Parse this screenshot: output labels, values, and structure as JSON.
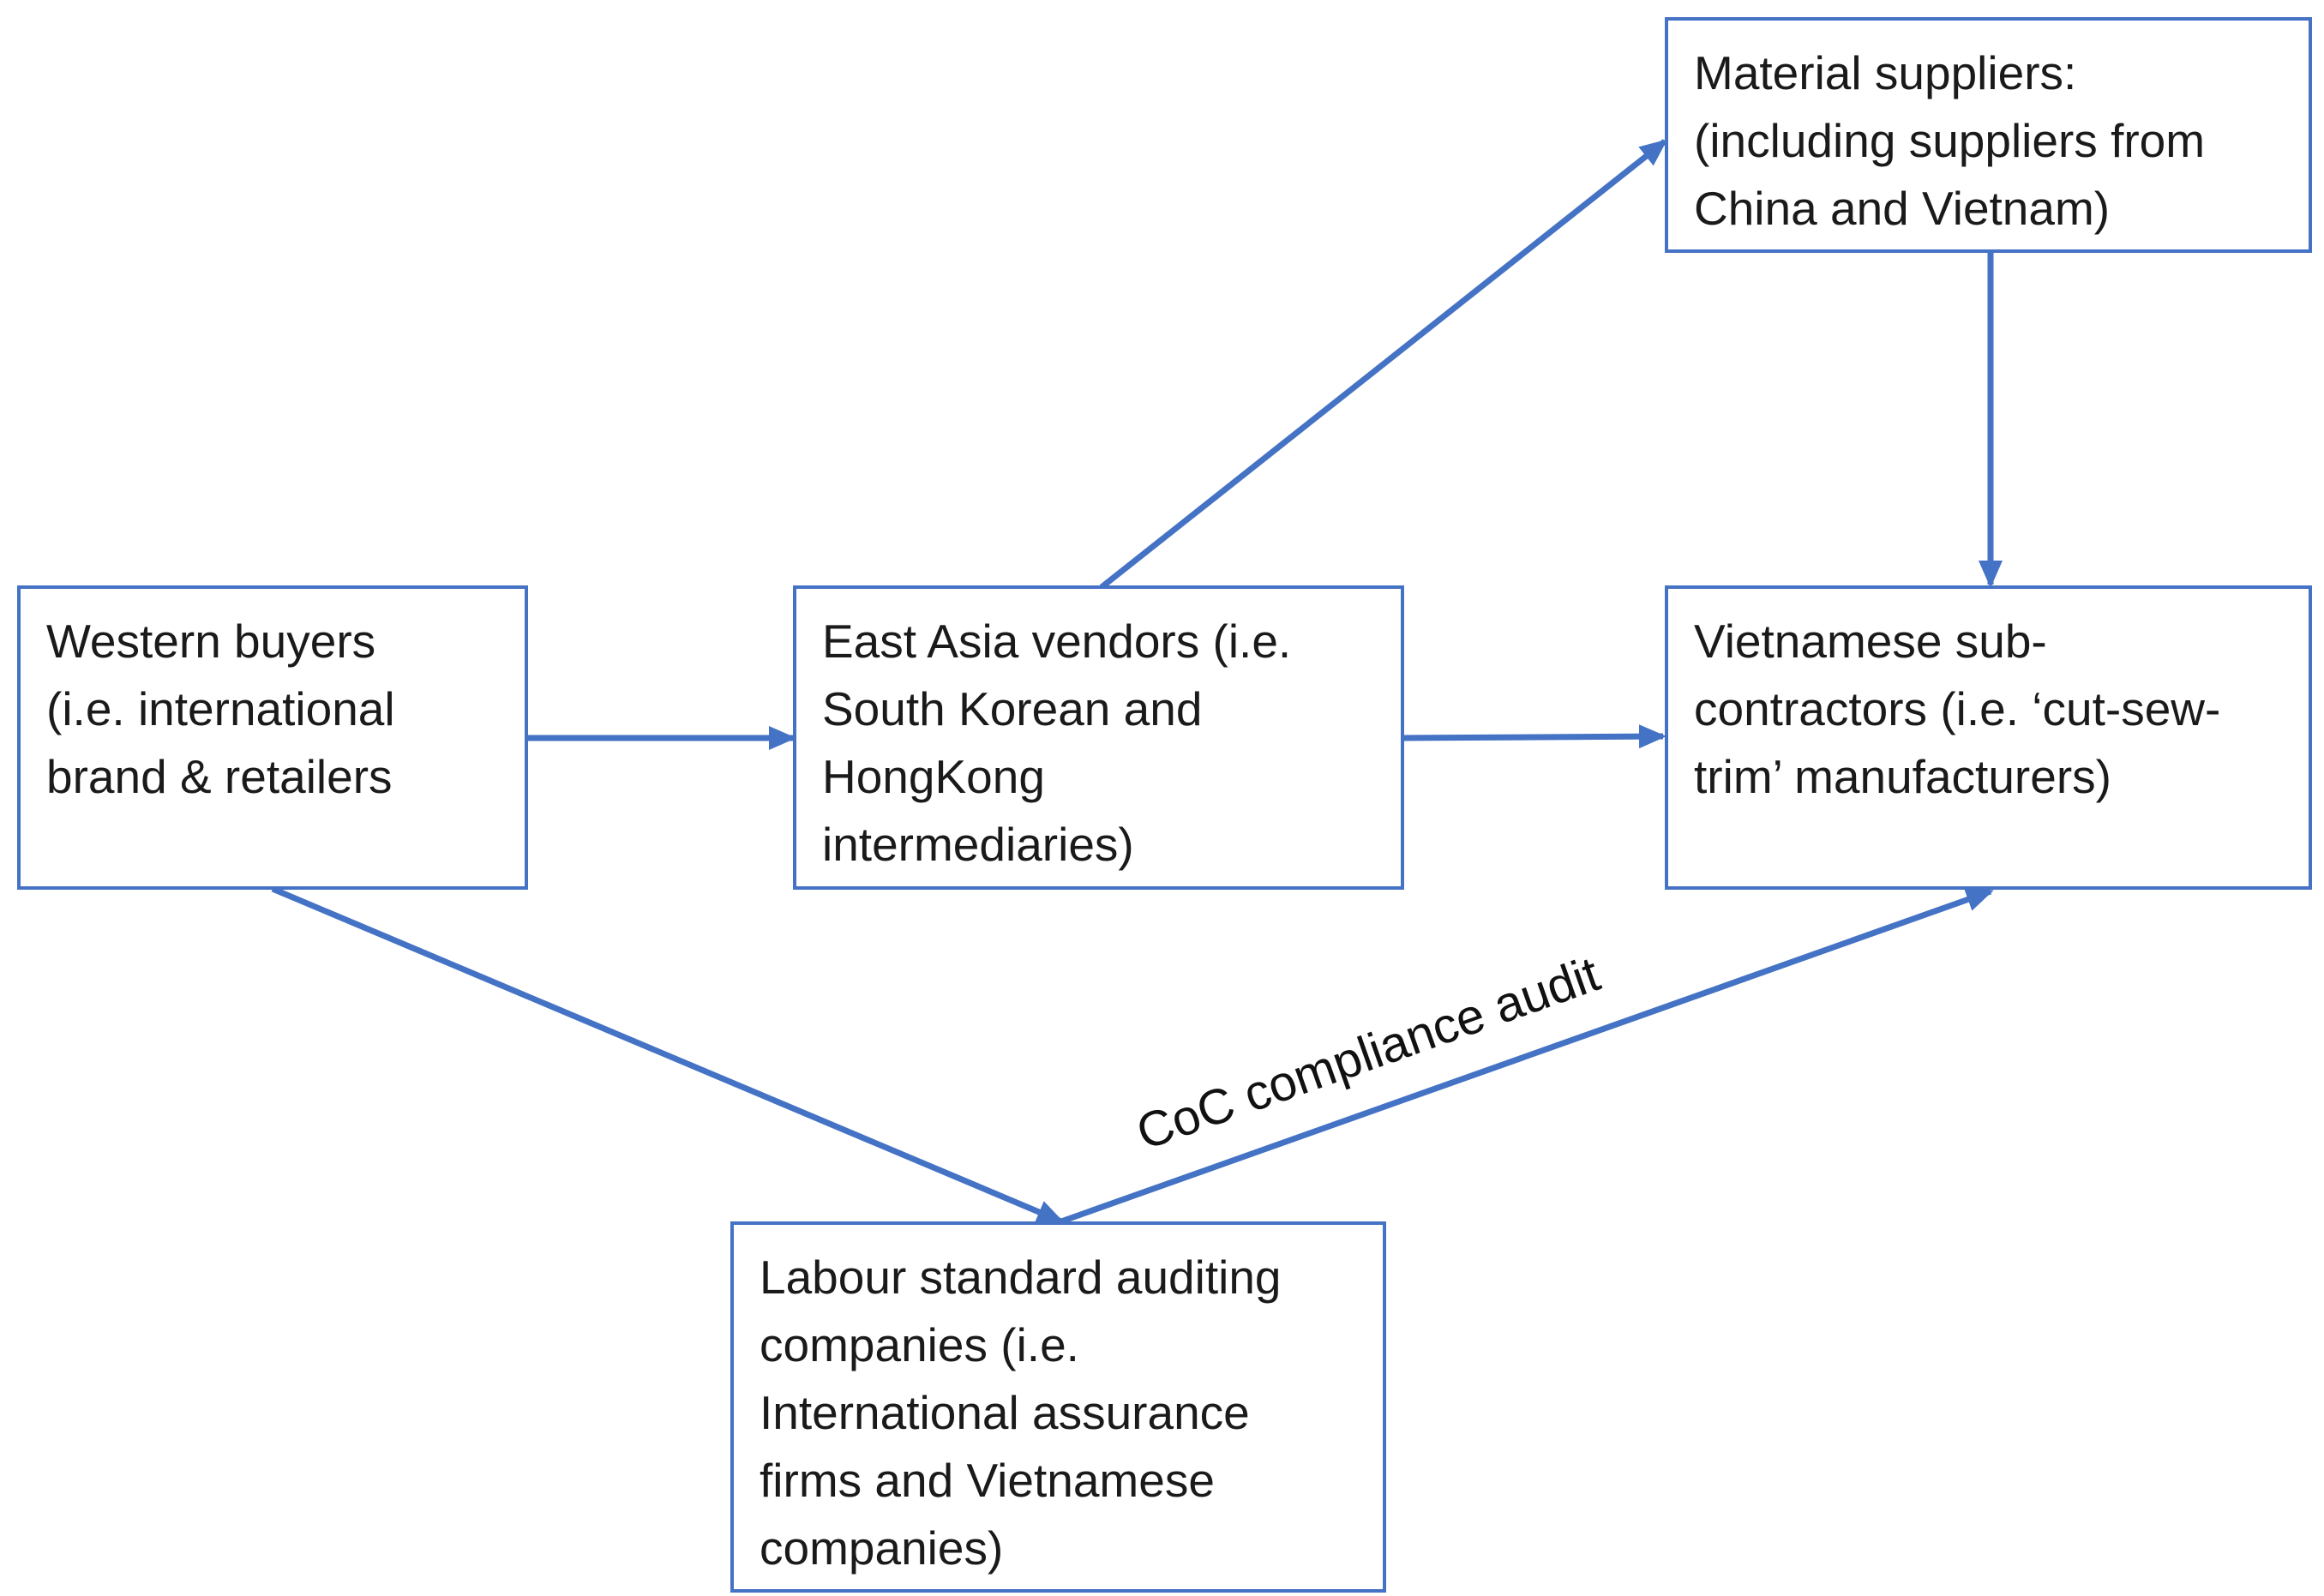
{
  "diagram": {
    "accent_color": "#4472C4",
    "nodes": {
      "western_buyers": "Western buyers\n(i.e. international\nbrand & retailers",
      "east_asia_vendors": "East Asia vendors (i.e.\nSouth Korean and\nHongKong\nintermediaries)",
      "material_suppliers": "Material suppliers:\n(including suppliers from\nChina and Vietnam)",
      "vietnamese_subcontractors": "Vietnamese sub-\ncontractors (i.e. ‘cut-sew-\ntrim’ manufacturers)",
      "labour_auditing": "Labour standard auditing\ncompanies (i.e.\nInternational assurance\nfirms and Vietnamese\ncompanies)"
    },
    "edges": [
      {
        "from": "western_buyers",
        "to": "east_asia_vendors"
      },
      {
        "from": "east_asia_vendors",
        "to": "vietnamese_subcontractors"
      },
      {
        "from": "east_asia_vendors",
        "to": "material_suppliers"
      },
      {
        "from": "material_suppliers",
        "to": "vietnamese_subcontractors"
      },
      {
        "from": "western_buyers",
        "to": "labour_auditing"
      },
      {
        "from": "labour_auditing",
        "to": "vietnamese_subcontractors",
        "label": "CoC compliance audit"
      }
    ]
  }
}
